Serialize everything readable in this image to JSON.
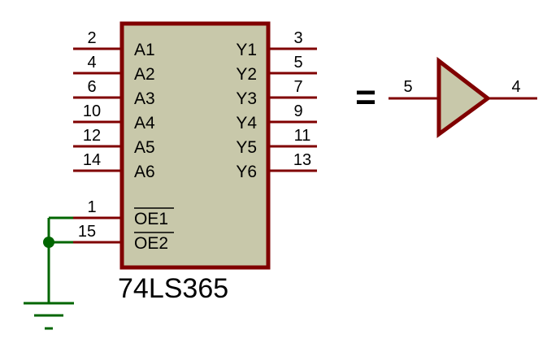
{
  "colors": {
    "background": "#ffffff",
    "chip_fill": "#c8c8aa",
    "chip_border": "#800000",
    "pin_line": "#800000",
    "ground_wire": "#006600",
    "text": "#000000"
  },
  "chip": {
    "part_number": "74LS365",
    "left_pins": [
      {
        "number": "2",
        "label": "A1"
      },
      {
        "number": "4",
        "label": "A2"
      },
      {
        "number": "6",
        "label": "A3"
      },
      {
        "number": "10",
        "label": "A4"
      },
      {
        "number": "12",
        "label": "A5"
      },
      {
        "number": "14",
        "label": "A6"
      }
    ],
    "right_pins": [
      {
        "number": "3",
        "label": "Y1"
      },
      {
        "number": "5",
        "label": "Y2"
      },
      {
        "number": "7",
        "label": "Y3"
      },
      {
        "number": "9",
        "label": "Y4"
      },
      {
        "number": "11",
        "label": "Y5"
      },
      {
        "number": "13",
        "label": "Y6"
      }
    ],
    "enable_pins": [
      {
        "number": "1",
        "label": "OE1"
      },
      {
        "number": "15",
        "label": "OE2"
      }
    ]
  },
  "equals_sign": "=",
  "buffer": {
    "input_pin": "5",
    "output_pin": "4"
  }
}
